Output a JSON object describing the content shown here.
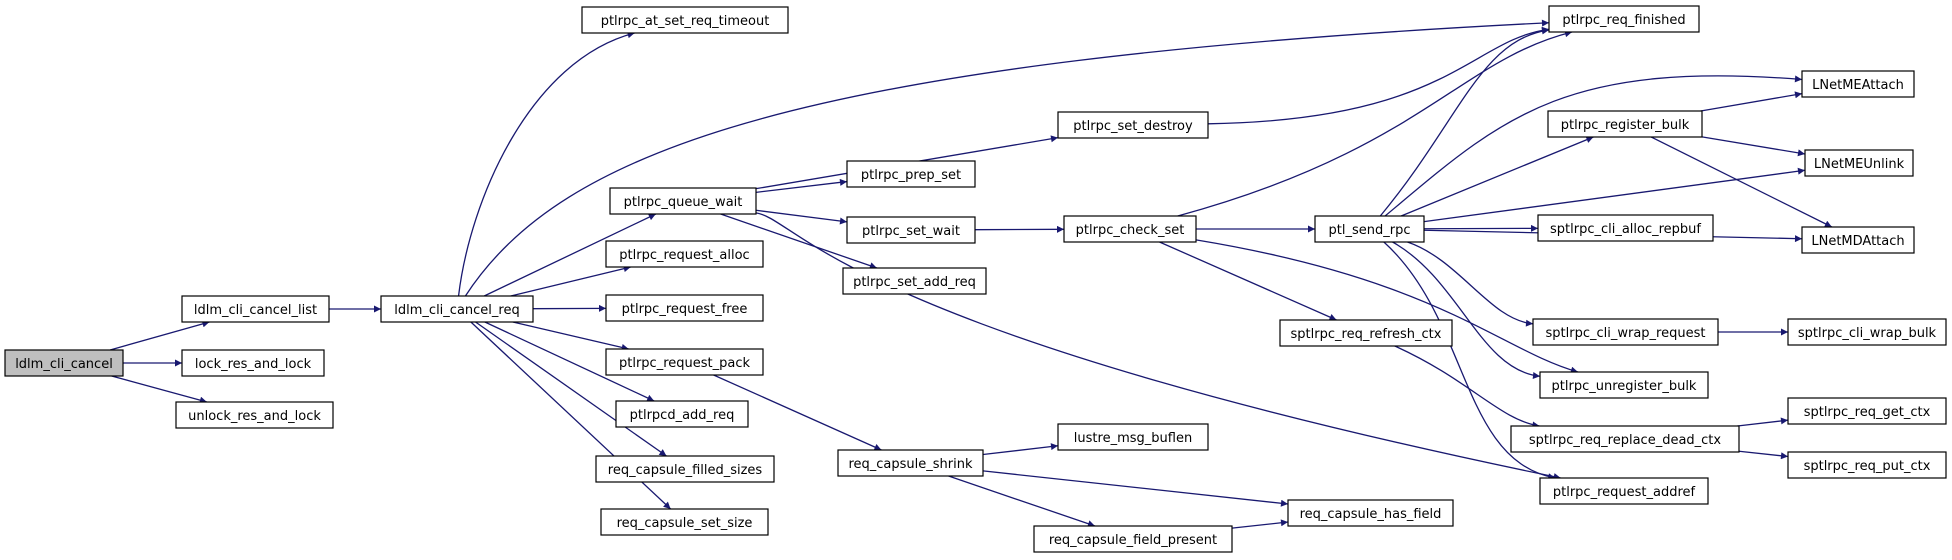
{
  "nodes": [
    {
      "id": "root",
      "label": "ldlm_cli_cancel"
    },
    {
      "id": "cancel_list",
      "label": "ldlm_cli_cancel_list"
    },
    {
      "id": "lock_res",
      "label": "lock_res_and_lock"
    },
    {
      "id": "unlock_res",
      "label": "unlock_res_and_lock"
    },
    {
      "id": "cancel_req",
      "label": "ldlm_cli_cancel_req"
    },
    {
      "id": "at_set_timeout",
      "label": "ptlrpc_at_set_req_timeout"
    },
    {
      "id": "queue_wait",
      "label": "ptlrpc_queue_wait"
    },
    {
      "id": "request_alloc",
      "label": "ptlrpc_request_alloc"
    },
    {
      "id": "request_free",
      "label": "ptlrpc_request_free"
    },
    {
      "id": "request_pack",
      "label": "ptlrpc_request_pack"
    },
    {
      "id": "ptlrpcd_add_req",
      "label": "ptlrpcd_add_req"
    },
    {
      "id": "filled_sizes",
      "label": "req_capsule_filled_sizes"
    },
    {
      "id": "set_size",
      "label": "req_capsule_set_size"
    },
    {
      "id": "set_destroy",
      "label": "ptlrpc_set_destroy"
    },
    {
      "id": "prep_set",
      "label": "ptlrpc_prep_set"
    },
    {
      "id": "set_wait",
      "label": "ptlrpc_set_wait"
    },
    {
      "id": "set_add_req",
      "label": "ptlrpc_set_add_req"
    },
    {
      "id": "check_set",
      "label": "ptlrpc_check_set"
    },
    {
      "id": "capsule_shrink",
      "label": "req_capsule_shrink"
    },
    {
      "id": "msg_buflen",
      "label": "lustre_msg_buflen"
    },
    {
      "id": "field_present",
      "label": "req_capsule_field_present"
    },
    {
      "id": "has_field",
      "label": "req_capsule_has_field"
    },
    {
      "id": "req_finished",
      "label": "ptlrpc_req_finished"
    },
    {
      "id": "send_rpc",
      "label": "ptl_send_rpc"
    },
    {
      "id": "refresh_ctx",
      "label": "sptlrpc_req_refresh_ctx"
    },
    {
      "id": "register_bulk",
      "label": "ptlrpc_register_bulk"
    },
    {
      "id": "alloc_repbuf",
      "label": "sptlrpc_cli_alloc_repbuf"
    },
    {
      "id": "wrap_request",
      "label": "sptlrpc_cli_wrap_request"
    },
    {
      "id": "unregister_bulk",
      "label": "ptlrpc_unregister_bulk"
    },
    {
      "id": "replace_dead_ctx",
      "label": "sptlrpc_req_replace_dead_ctx"
    },
    {
      "id": "request_addref",
      "label": "ptlrpc_request_addref"
    },
    {
      "id": "me_attach",
      "label": "LNetMEAttach"
    },
    {
      "id": "me_unlink",
      "label": "LNetMEUnlink"
    },
    {
      "id": "md_attach",
      "label": "LNetMDAttach"
    },
    {
      "id": "wrap_bulk",
      "label": "sptlrpc_cli_wrap_bulk"
    },
    {
      "id": "get_ctx",
      "label": "sptlrpc_req_get_ctx"
    },
    {
      "id": "put_ctx",
      "label": "sptlrpc_req_put_ctx"
    }
  ],
  "edges": [
    [
      "root",
      "cancel_list"
    ],
    [
      "root",
      "lock_res"
    ],
    [
      "root",
      "unlock_res"
    ],
    [
      "cancel_list",
      "cancel_req"
    ],
    [
      "cancel_req",
      "at_set_timeout"
    ],
    [
      "cancel_req",
      "req_finished"
    ],
    [
      "cancel_req",
      "queue_wait"
    ],
    [
      "cancel_req",
      "request_alloc"
    ],
    [
      "cancel_req",
      "request_free"
    ],
    [
      "cancel_req",
      "request_pack"
    ],
    [
      "cancel_req",
      "ptlrpcd_add_req"
    ],
    [
      "cancel_req",
      "filled_sizes"
    ],
    [
      "cancel_req",
      "set_size"
    ],
    [
      "queue_wait",
      "set_destroy"
    ],
    [
      "queue_wait",
      "prep_set"
    ],
    [
      "queue_wait",
      "set_wait"
    ],
    [
      "queue_wait",
      "set_add_req"
    ],
    [
      "queue_wait",
      "request_addref"
    ],
    [
      "request_pack",
      "capsule_shrink"
    ],
    [
      "set_destroy",
      "req_finished"
    ],
    [
      "set_wait",
      "check_set"
    ],
    [
      "check_set",
      "req_finished"
    ],
    [
      "check_set",
      "send_rpc"
    ],
    [
      "check_set",
      "refresh_ctx"
    ],
    [
      "check_set",
      "unregister_bulk"
    ],
    [
      "capsule_shrink",
      "msg_buflen"
    ],
    [
      "capsule_shrink",
      "field_present"
    ],
    [
      "capsule_shrink",
      "has_field"
    ],
    [
      "field_present",
      "has_field"
    ],
    [
      "send_rpc",
      "req_finished"
    ],
    [
      "send_rpc",
      "me_attach"
    ],
    [
      "send_rpc",
      "register_bulk"
    ],
    [
      "send_rpc",
      "me_unlink"
    ],
    [
      "send_rpc",
      "alloc_repbuf"
    ],
    [
      "send_rpc",
      "md_attach"
    ],
    [
      "send_rpc",
      "wrap_request"
    ],
    [
      "send_rpc",
      "unregister_bulk"
    ],
    [
      "send_rpc",
      "request_addref"
    ],
    [
      "register_bulk",
      "me_attach"
    ],
    [
      "register_bulk",
      "me_unlink"
    ],
    [
      "register_bulk",
      "md_attach"
    ],
    [
      "wrap_request",
      "wrap_bulk"
    ],
    [
      "refresh_ctx",
      "replace_dead_ctx"
    ],
    [
      "replace_dead_ctx",
      "get_ctx"
    ],
    [
      "replace_dead_ctx",
      "put_ctx"
    ]
  ]
}
